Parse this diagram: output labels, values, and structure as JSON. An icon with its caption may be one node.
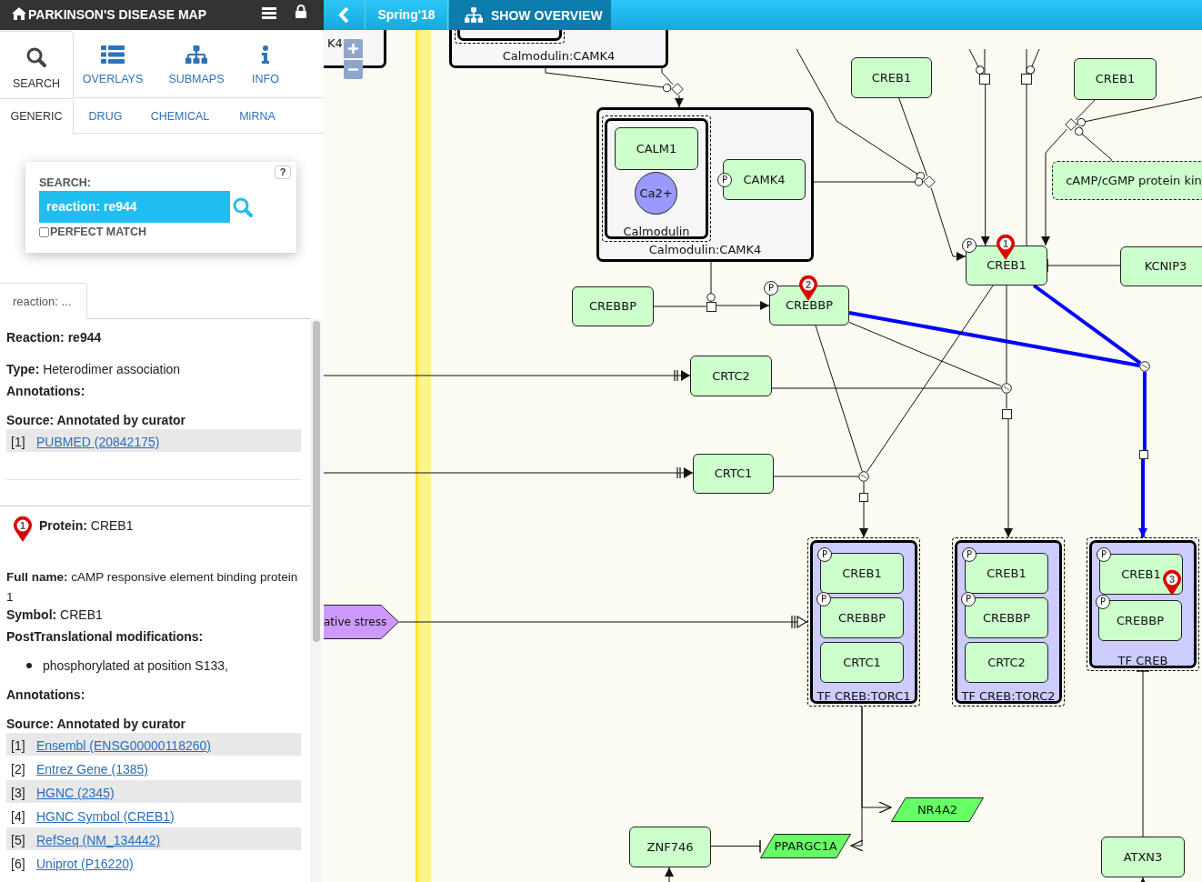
{
  "diagram": {
    "nodes": [
      {
        "text": [
          "K4"
        ]
      },
      {
        "text": [
          "Calmodulin:CAMK4"
        ]
      },
      {
        "text": [],
        "shape": "box",
        "in": 1
      },
      {
        "text": [
          "Calmodulin:CAMK4"
        ]
      },
      {
        "text": [
          "Calmodulin"
        ],
        "in": 3
      },
      {
        "text": [
          "CALM1"
        ],
        "in": 4
      },
      {
        "text": [
          "Ca2+"
        ],
        "in": 4
      },
      {
        "text": [
          "CAMK4"
        ],
        "in": 3
      },
      {
        "text": [
          "CREB1"
        ]
      },
      {
        "text": [
          "CREB1"
        ]
      },
      {
        "text": [
          "cAMP/cGMP protein kin"
        ]
      },
      {
        "text": [
          "CREB1"
        ]
      },
      {
        "text": [
          "KCNIP3"
        ]
      },
      {
        "text": [
          "CREBBP"
        ]
      },
      {
        "text": [
          "CREBBP"
        ]
      },
      {
        "text": [
          "CRTC2"
        ]
      },
      {
        "text": [
          "CRTC1"
        ]
      },
      {
        "text": [
          "ative stress"
        ]
      },
      {
        "text": [
          "TF CREB:TORC1"
        ]
      },
      {
        "text": [
          "CREB1"
        ],
        "in": 18
      },
      {
        "text": [
          "CREBBP"
        ],
        "in": 18
      },
      {
        "text": [
          "CRTC1"
        ],
        "in": 18
      },
      {
        "text": [
          "TF CREB:TORC2"
        ]
      },
      {
        "text": [
          "CREB1"
        ],
        "in": 22
      },
      {
        "text": [
          "CREBBP"
        ],
        "in": 22
      },
      {
        "text": [
          "CRTC2"
        ],
        "in": 22
      },
      {
        "text": [
          "TF CREB"
        ]
      },
      {
        "text": [
          "CREB1"
        ],
        "in": 26
      },
      {
        "text": [
          "CREBBP"
        ],
        "in": 26
      },
      {
        "text": [
          "NR4A2"
        ]
      },
      {
        "text": [
          "ZNF746"
        ]
      },
      {
        "text": [
          "PPARGC1A"
        ]
      },
      {
        "text": [
          "ATXN3"
        ]
      },
      {
        "text": [],
        "shape": "diamond"
      },
      {
        "text": [],
        "shape": "box"
      },
      {
        "text": [],
        "shape": "box"
      },
      {
        "text": [],
        "shape": "box"
      },
      {
        "text": [],
        "shape": "diamond"
      },
      {
        "text": [],
        "shape": "diamond"
      },
      {
        "text": [],
        "shape": "circle"
      },
      {
        "text": [],
        "shape": "box"
      },
      {
        "text": [],
        "shape": "circle"
      },
      {
        "text": [],
        "shape": "box"
      },
      {
        "text": [],
        "shape": "circle"
      },
      {
        "text": [],
        "shape": "box"
      }
    ],
    "edges": [
      {
        "from": 1,
        "to": 33,
        "arrow": "other"
      },
      {
        "from": 1,
        "to": 33,
        "arrow": "none"
      },
      {
        "from": 33,
        "to": 3,
        "arrow": "to"
      },
      {
        "from": 3,
        "to": 34,
        "arrow": "other"
      },
      {
        "from": 13,
        "to": 34,
        "arrow": "none"
      },
      {
        "from": 34,
        "to": 14,
        "arrow": "to"
      },
      {
        "from": null,
        "to": 35,
        "arrow": "none"
      },
      {
        "from": null,
        "to": 35,
        "arrow": "other"
      },
      {
        "from": 35,
        "to": 11,
        "arrow": "to"
      },
      {
        "from": 11,
        "to": 36,
        "arrow": "none"
      },
      {
        "from": 36,
        "to": null,
        "arrow": "none"
      },
      {
        "from": null,
        "to": 36,
        "arrow": "other"
      },
      {
        "from": 9,
        "to": 37,
        "arrow": "none"
      },
      {
        "from": null,
        "to": 37,
        "arrow": "other"
      },
      {
        "from": 10,
        "to": 37,
        "arrow": "other"
      },
      {
        "from": 37,
        "to": 11,
        "arrow": "to"
      },
      {
        "from": 8,
        "to": 38,
        "arrow": "none"
      },
      {
        "from": null,
        "to": 38,
        "arrow": "other"
      },
      {
        "from": 7,
        "to": 38,
        "arrow": "other"
      },
      {
        "from": 38,
        "to": 11,
        "arrow": "to"
      },
      {
        "from": 12,
        "to": 11,
        "arrow": "other"
      },
      {
        "from": 14,
        "to": 39,
        "arrow": "none"
      },
      {
        "from": 15,
        "to": 39,
        "arrow": "none"
      },
      {
        "from": 11,
        "to": 39,
        "arrow": "none"
      },
      {
        "from": 39,
        "to": 40,
        "arrow": "none"
      },
      {
        "from": 40,
        "to": 22,
        "arrow": "to"
      },
      {
        "from": 14,
        "to": 41,
        "arrow": "none",
        "style": "thick",
        "color": "#0000ff"
      },
      {
        "from": 11,
        "to": 41,
        "arrow": "none",
        "style": "thick",
        "color": "#0000ff"
      },
      {
        "from": 41,
        "to": 42,
        "arrow": "none",
        "style": "thick",
        "color": "#0000ff"
      },
      {
        "from": 42,
        "to": 26,
        "arrow": "to",
        "style": "thick",
        "color": "#0000ff"
      },
      {
        "from": 14,
        "to": 43,
        "arrow": "none"
      },
      {
        "from": 11,
        "to": 43,
        "arrow": "none"
      },
      {
        "from": 16,
        "to": 43,
        "arrow": "none"
      },
      {
        "from": 43,
        "to": 44,
        "arrow": "none"
      },
      {
        "from": 44,
        "to": 18,
        "arrow": "to"
      },
      {
        "from": null,
        "to": 15,
        "arrow": "to"
      },
      {
        "from": null,
        "to": 16,
        "arrow": "to"
      },
      {
        "from": 17,
        "to": 18,
        "arrow": "to"
      },
      {
        "from": 18,
        "to": 29,
        "arrow": "to"
      },
      {
        "from": 18,
        "to": 31,
        "arrow": "to"
      },
      {
        "from": 30,
        "to": 31,
        "arrow": "other"
      },
      {
        "from": 32,
        "to": 26,
        "arrow": "other"
      },
      {
        "from": null,
        "to": 30,
        "arrow": "to"
      },
      {
        "from": null,
        "to": 32,
        "arrow": "to"
      }
    ],
    "labels": [
      "PARKINSON'S DISEASE MAP",
      "SEARCH",
      "OVERLAYS",
      "SUBMAPS",
      "INFO",
      "GENERIC",
      "DRUG",
      "CHEMICAL",
      "MiRNA",
      "SEARCH:",
      "reaction: re944",
      "PERFECT MATCH",
      "?",
      "reaction: ...",
      "Reaction: re944",
      "**Type:** Heterodimer association",
      "Annotations:",
      "Source: Annotated by curator",
      "[1]",
      "PUBMED (20842175)",
      "1",
      "**Protein:** CREB1",
      "**Full name:** cAMP responsive element binding protein 1",
      "**Symbol:** CREB1",
      "PostTranslational modifications:",
      "phosphorylated at position S133,",
      "Annotations:",
      "Source: Annotated by curator",
      "[1]",
      "Ensembl (ENSG00000118260)",
      "[2]",
      "Entrez Gene (1385)",
      "[3]",
      "HGNC (2345)",
      "[4]",
      "HGNC Symbol (CREB1)",
      "[5]",
      "RefSeq (NM_134442)",
      "[6]",
      "Uniprot (P16220)",
      "Spring'18",
      "SHOW OVERVIEW",
      "P",
      "P",
      "P",
      "1",
      "2",
      "P",
      "P",
      "P",
      "P",
      "P",
      "P",
      "3"
    ]
  }
}
